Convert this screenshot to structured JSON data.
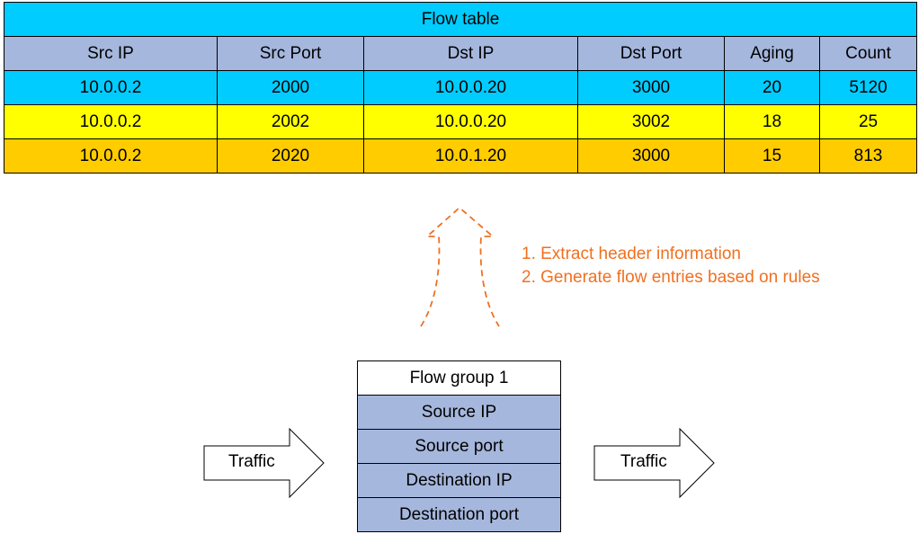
{
  "flow_table": {
    "title": "Flow table",
    "columns": [
      "Src IP",
      "Src Port",
      "Dst IP",
      "Dst Port",
      "Aging",
      "Count"
    ],
    "rows": [
      {
        "color": "#00ccff",
        "cells": [
          "10.0.0.2",
          "2000",
          "10.0.0.20",
          "3000",
          "20",
          "5120"
        ]
      },
      {
        "color": "#ffff00",
        "cells": [
          "10.0.0.2",
          "2002",
          "10.0.0.20",
          "3002",
          "18",
          "25"
        ]
      },
      {
        "color": "#ffcc00",
        "cells": [
          "10.0.0.2",
          "2020",
          "10.0.1.20",
          "3000",
          "15",
          "813"
        ]
      }
    ],
    "header_color": "#a6b7dd"
  },
  "annotation": {
    "color": "#f07020",
    "lines": [
      "1. Extract header information",
      "2. Generate flow entries based on rules"
    ]
  },
  "flow_group": {
    "title": "Flow group 1",
    "fields": [
      "Source IP",
      "Source port",
      "Destination IP",
      "Destination port"
    ],
    "field_color": "#a6b7dd"
  },
  "traffic": {
    "in_label": "Traffic",
    "out_label": "Traffic"
  }
}
